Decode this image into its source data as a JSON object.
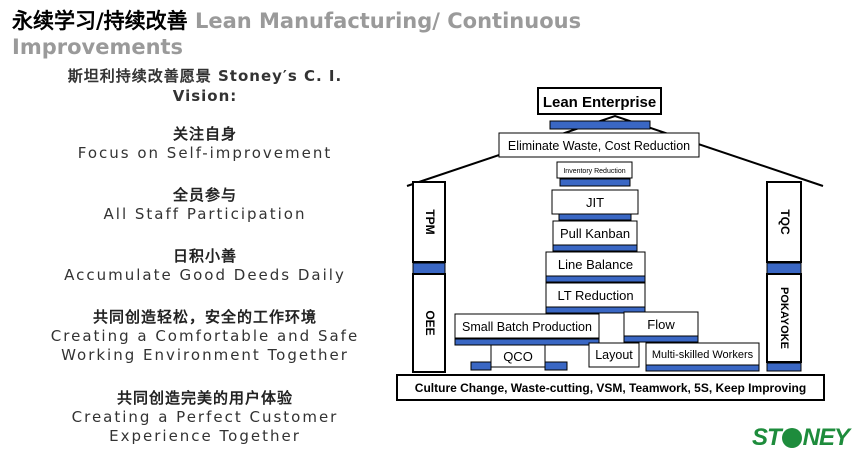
{
  "header": {
    "title_zh": "永续学习/持续改善",
    "title_en": " Lean Manufacturing/ Continuous Improvements"
  },
  "vision": {
    "heading": "斯坦利持续改善愿景 Stoney′s C. I. Vision:",
    "items": [
      {
        "zh": "关注自身",
        "en": "Focus on Self-improvement"
      },
      {
        "zh": "全员参与",
        "en": "All Staff Participation"
      },
      {
        "zh": "日积小善",
        "en": "Accumulate Good Deeds Daily"
      },
      {
        "zh": "共同创造轻松，安全的工作环境",
        "en": "Creating a Comfortable and Safe Working Environment Together"
      },
      {
        "zh": "共同创造完美的用户体验",
        "en": "Creating a Perfect Customer Experience Together"
      }
    ]
  },
  "house": {
    "top": "Lean Enterprise",
    "goal": "Eliminate Waste, Cost Reduction",
    "sub_goal": "Inventory Reduction",
    "jit": "JIT",
    "pull": "Pull Kanban",
    "line_balance": "Line Balance",
    "lt_reduction": "LT Reduction",
    "small_batch": "Small Batch Production",
    "flow": "Flow",
    "qco": "QCO",
    "layout": "Layout",
    "multi_skilled": "Multi-skilled Workers",
    "foundation": "Culture Change, Waste-cutting, VSM, Teamwork, 5S, Keep Improving",
    "left_pillar_top": "TPM",
    "left_pillar_bottom": "OEE",
    "right_pillar_top": "TQC",
    "right_pillar_bottom": "POKAYOKE"
  },
  "colors": {
    "accent_blue": "#3a67c4",
    "logo_green": "#1e8c3c"
  },
  "logo": {
    "text_a": "ST",
    "text_b": "NEY"
  }
}
